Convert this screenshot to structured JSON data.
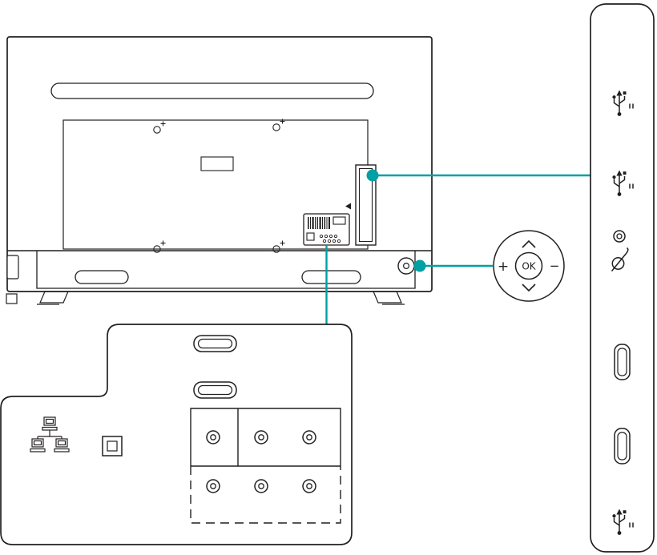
{
  "diagram": {
    "type": "tv-rear-connection-diagram",
    "colors": {
      "accent": "#00a0a5",
      "line": "#221f1f",
      "background": "#ffffff"
    },
    "control": {
      "ok_label": "OK",
      "plus_label": "+",
      "minus_label": "−"
    },
    "side_panel": {
      "ports_top_to_bottom": [
        "usb",
        "usb",
        "audio-jack",
        "headphone",
        "hdmi",
        "hdmi",
        "usb"
      ]
    },
    "bottom_panel": {
      "ports": [
        "hdmi",
        "hdmi",
        "network-lan",
        "digital-audio",
        "component-av-jacks"
      ]
    },
    "callouts": [
      "side-connector-to-side-panel",
      "rear-label-to-bottom-panel",
      "power-button-to-control-stick"
    ]
  }
}
